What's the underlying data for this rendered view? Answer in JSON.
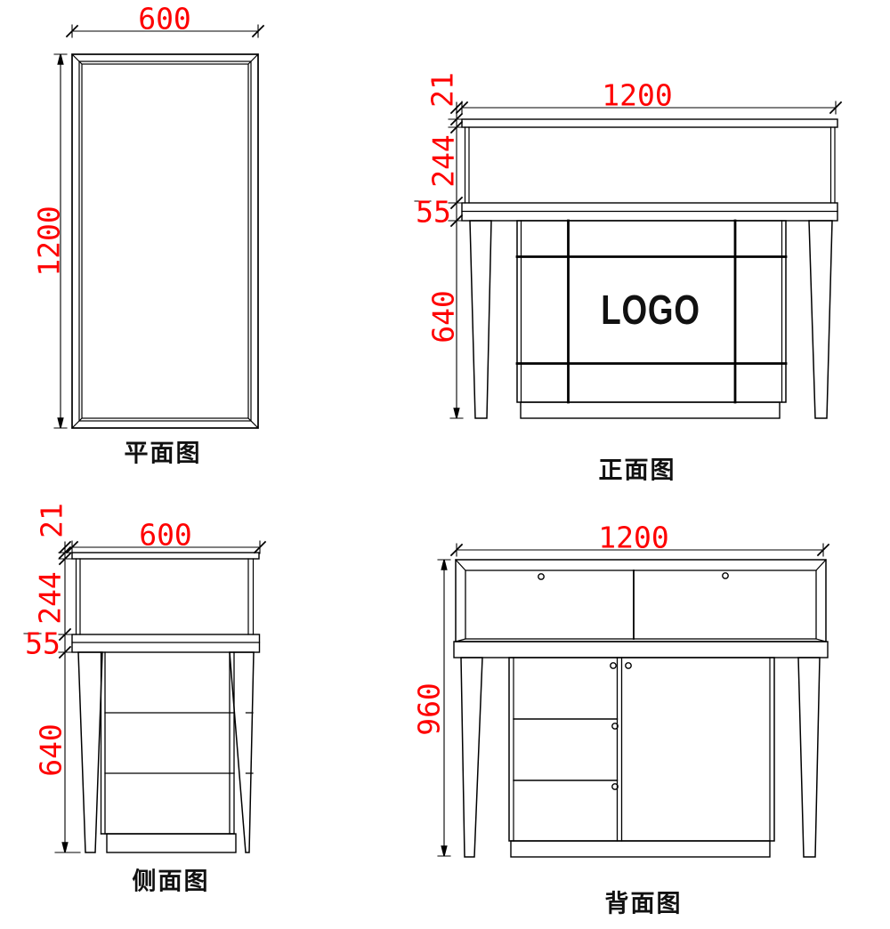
{
  "drawing": {
    "views": {
      "plan": {
        "label": "平面图",
        "dim_width": "600",
        "dim_depth": "1200"
      },
      "front": {
        "label": "正面图",
        "dim_width": "1200",
        "dim_top_thickness": "21",
        "dim_case_height": "244",
        "dim_counter_band": "55",
        "dim_base_height": "640",
        "logo": "LOGO"
      },
      "side": {
        "label": "侧面图",
        "dim_width": "600",
        "dim_top_thickness": "21",
        "dim_case_height": "244",
        "dim_counter_band": "55",
        "dim_base_height": "640"
      },
      "back": {
        "label": "背面图",
        "dim_width": "1200",
        "dim_total_height": "960"
      }
    },
    "colors": {
      "dimension_text": "#fe0000",
      "line": "#000000",
      "background": "#ffffff"
    }
  }
}
